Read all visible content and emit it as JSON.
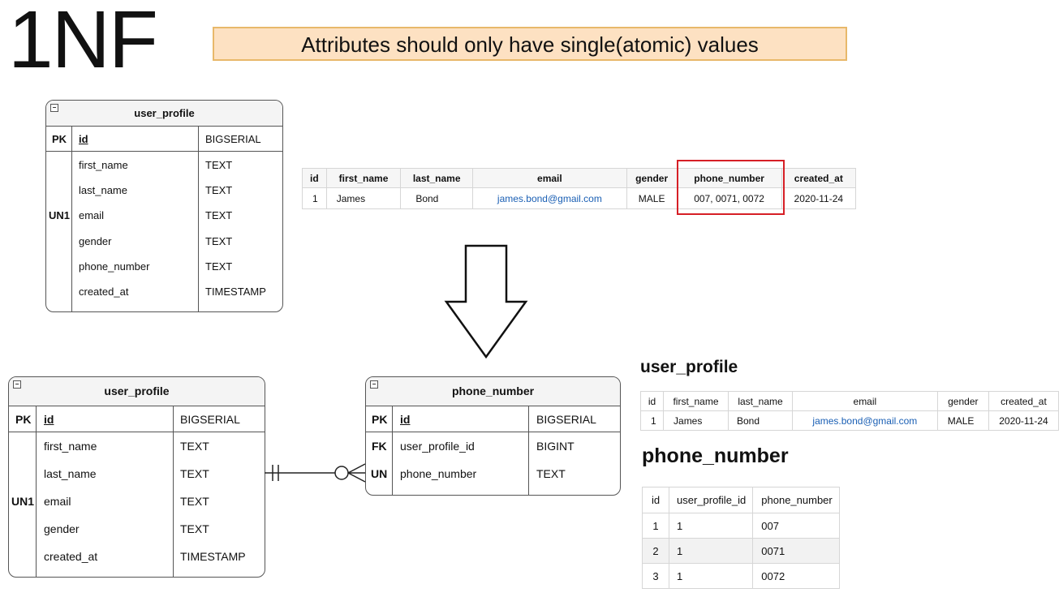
{
  "heading": {
    "title": "1NF",
    "banner": "Attributes should only have single(atomic) values"
  },
  "er_before": {
    "name": "user_profile",
    "minus_glyph": "−",
    "pk_label": "PK",
    "pk_field": "id",
    "pk_type": "BIGSERIAL",
    "un_label": "UN1",
    "fields": [
      {
        "name": "first_name",
        "type": "TEXT"
      },
      {
        "name": "last_name",
        "type": "TEXT"
      },
      {
        "name": "email",
        "type": "TEXT"
      },
      {
        "name": "gender",
        "type": "TEXT"
      },
      {
        "name": "phone_number",
        "type": "TEXT"
      },
      {
        "name": "created_at",
        "type": "TIMESTAMP"
      }
    ]
  },
  "table_before": {
    "headers": [
      "id",
      "first_name",
      "last_name",
      "email",
      "gender",
      "phone_number",
      "created_at"
    ],
    "row": [
      "1",
      "James",
      "Bond",
      "james.bond@gmail.com",
      "MALE",
      "007, 0071, 0072",
      "2020-11-24"
    ],
    "highlight_color": "#d61f26",
    "email_color": "#1a5fb4"
  },
  "er_after_user": {
    "name": "user_profile",
    "minus_glyph": "−",
    "pk_label": "PK",
    "pk_field": "id",
    "pk_type": "BIGSERIAL",
    "un_label": "UN1",
    "fields": [
      {
        "name": "first_name",
        "type": "TEXT"
      },
      {
        "name": "last_name",
        "type": "TEXT"
      },
      {
        "name": "email",
        "type": "TEXT"
      },
      {
        "name": "gender",
        "type": "TEXT"
      },
      {
        "name": "created_at",
        "type": "TIMESTAMP"
      }
    ]
  },
  "er_after_phone": {
    "name": "phone_number",
    "minus_glyph": "−",
    "rows": [
      {
        "key": "PK",
        "name": "id",
        "type": "BIGSERIAL"
      },
      {
        "key": "FK",
        "name": "user_profile_id",
        "type": "BIGINT"
      },
      {
        "key": "UN",
        "name": "phone_number",
        "type": "TEXT"
      }
    ]
  },
  "table_after_user": {
    "title": "user_profile",
    "headers": [
      "id",
      "first_name",
      "last_name",
      "email",
      "gender",
      "created_at"
    ],
    "row": [
      "1",
      "James",
      "Bond",
      "james.bond@gmail.com",
      "MALE",
      "2020-11-24"
    ]
  },
  "table_after_phone": {
    "title": "phone_number",
    "headers": [
      "id",
      "user_profile_id",
      "phone_number"
    ],
    "rows": [
      [
        "1",
        "1",
        "007"
      ],
      [
        "2",
        "1",
        "0071"
      ],
      [
        "3",
        "1",
        "0072"
      ]
    ],
    "stripe_color": "#f2f2f2"
  }
}
